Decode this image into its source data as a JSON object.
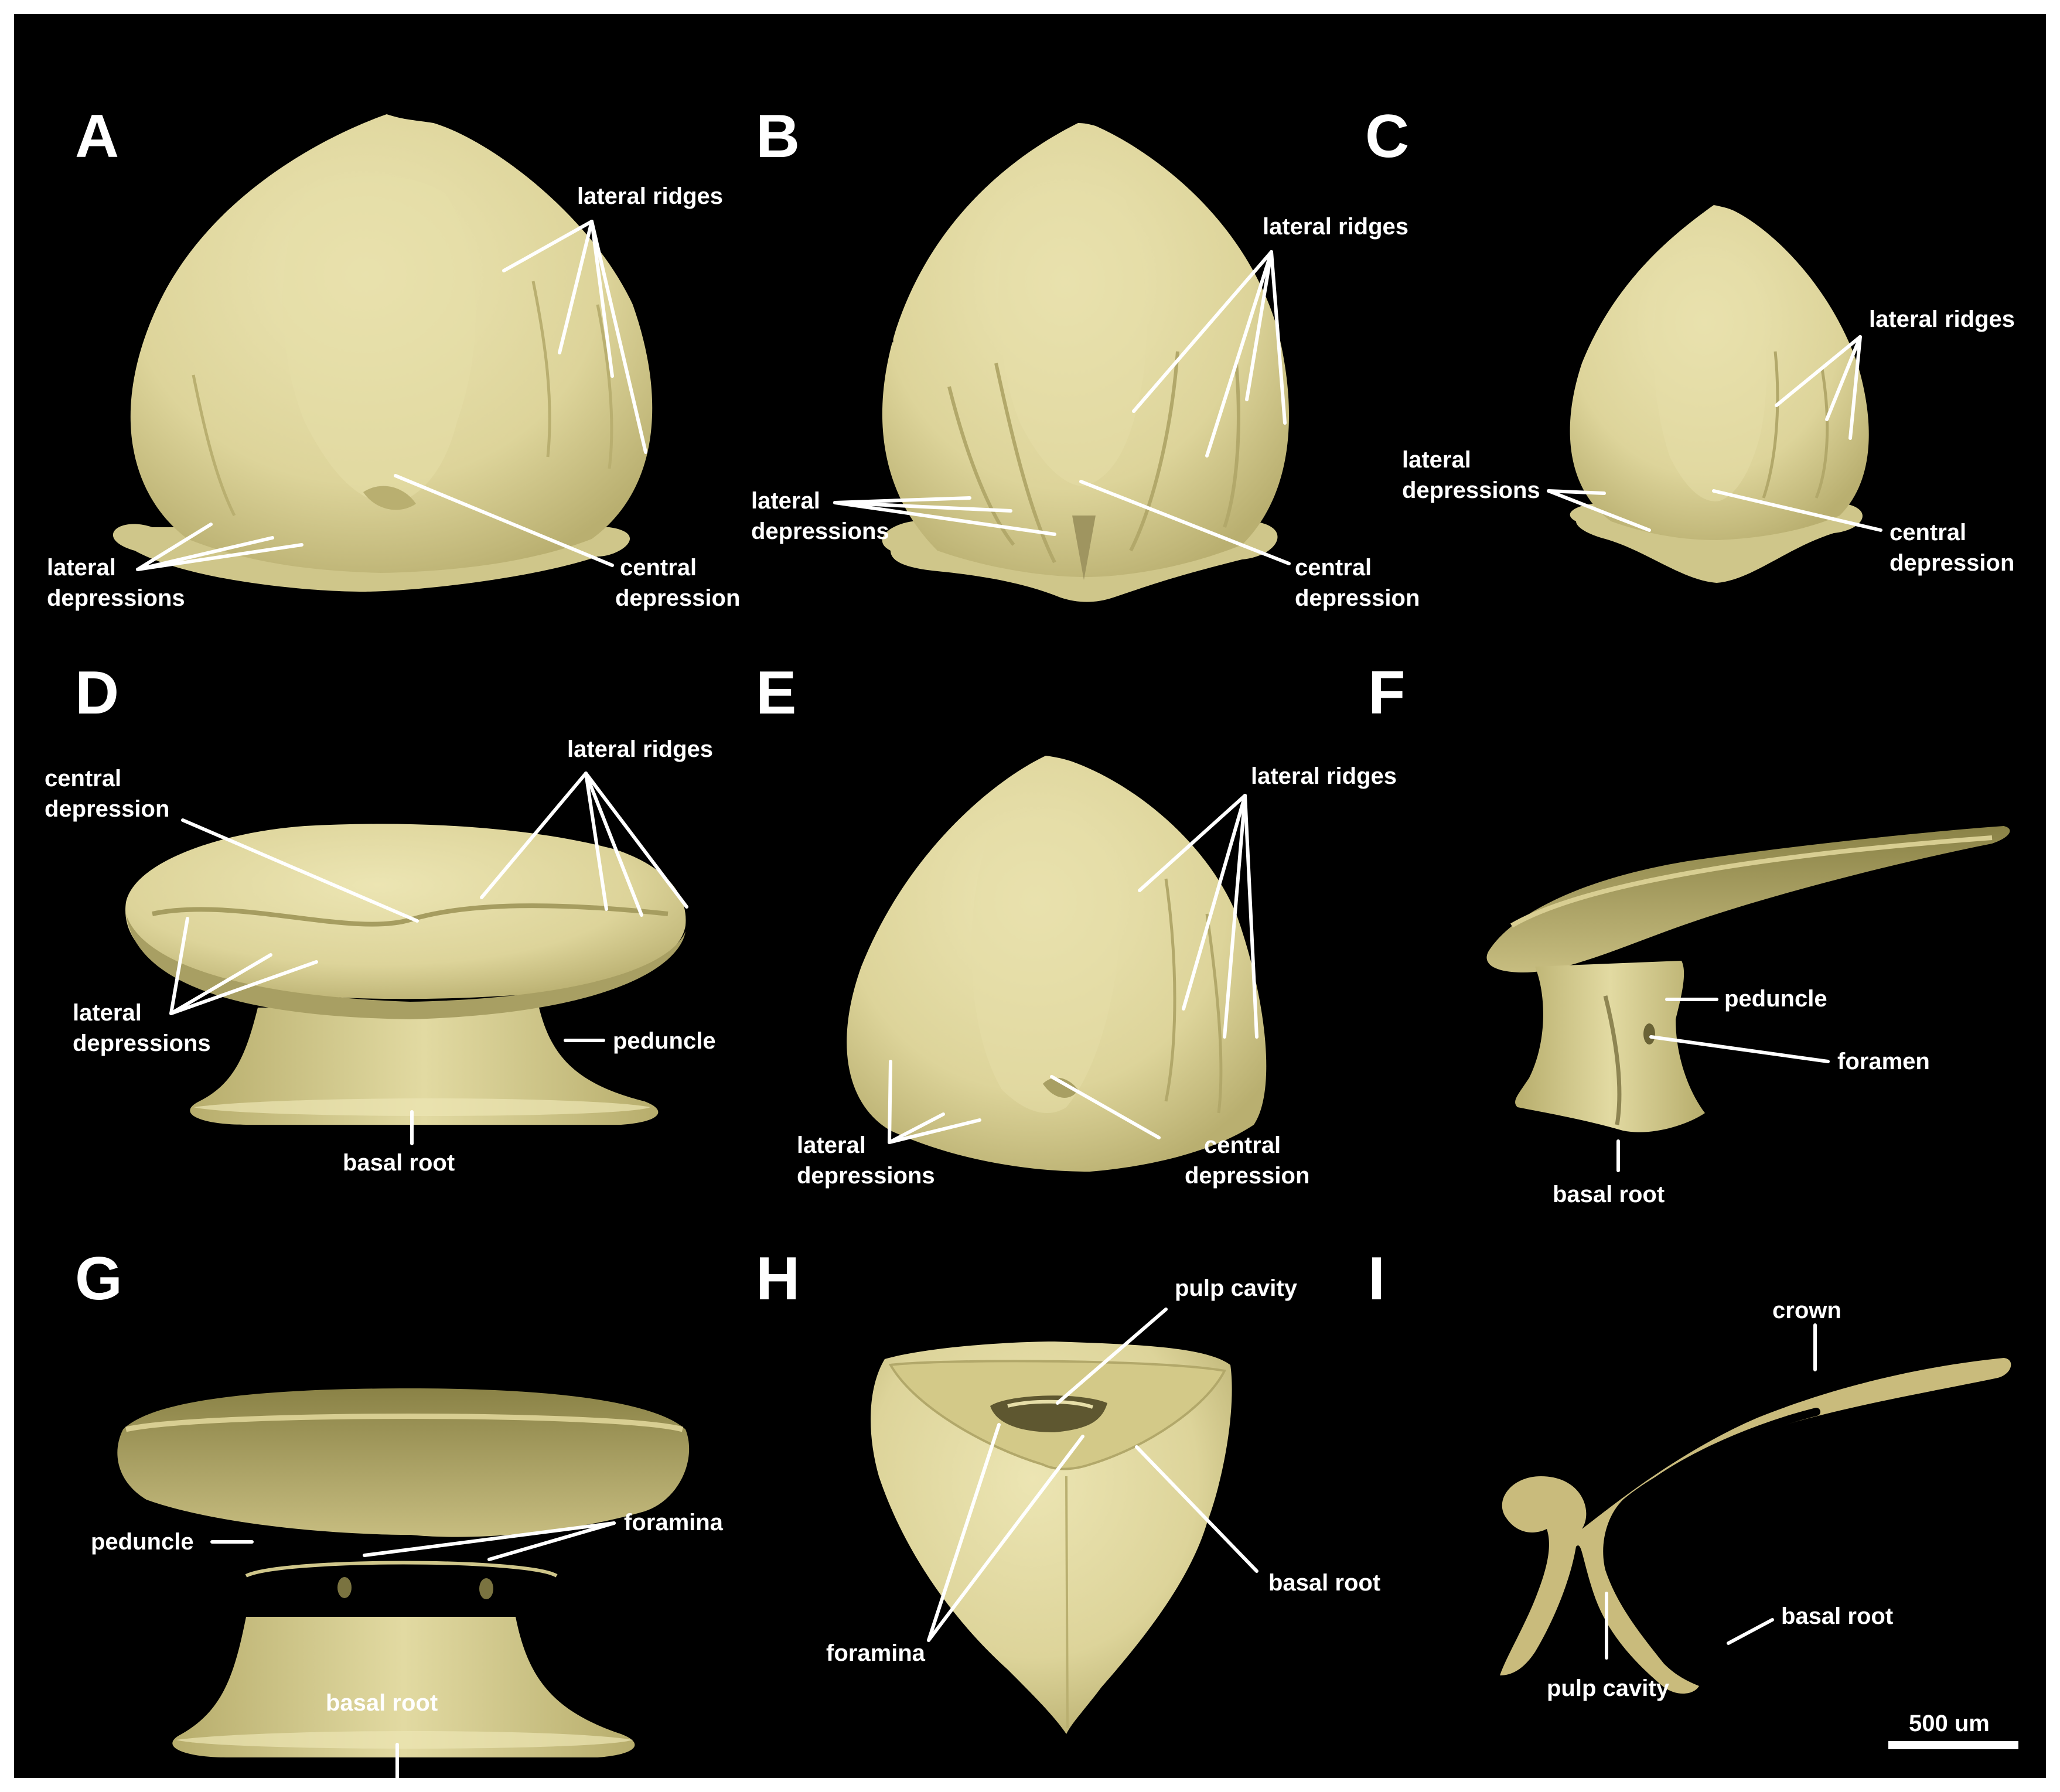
{
  "panels": {
    "A": {
      "letter": "A",
      "lateral_ridges": "lateral ridges",
      "lateral_depressions_1": "lateral",
      "lateral_depressions_2": "depressions",
      "central_depression_1": "central",
      "central_depression_2": "depression"
    },
    "B": {
      "letter": "B",
      "lateral_ridges": "lateral ridges",
      "lateral_depressions_1": "lateral",
      "lateral_depressions_2": "depressions",
      "central_depression_1": "central",
      "central_depression_2": "depression"
    },
    "C": {
      "letter": "C",
      "lateral_ridges": "lateral ridges",
      "lateral_depressions_1": "lateral",
      "lateral_depressions_2": "depressions",
      "central_depression_1": "central",
      "central_depression_2": "depression"
    },
    "D": {
      "letter": "D",
      "central_depression_1": "central",
      "central_depression_2": "depression",
      "lateral_ridges": "lateral ridges",
      "lateral_depressions_1": "lateral",
      "lateral_depressions_2": "depressions",
      "peduncle": "peduncle",
      "basal_root": "basal root"
    },
    "E": {
      "letter": "E",
      "lateral_ridges": "lateral ridges",
      "lateral_depressions_1": "lateral",
      "lateral_depressions_2": "depressions",
      "central_depression_1": "central",
      "central_depression_2": "depression"
    },
    "F": {
      "letter": "F",
      "peduncle": "peduncle",
      "foramen": "foramen",
      "basal_root": "basal root"
    },
    "G": {
      "letter": "G",
      "peduncle": "peduncle",
      "foramina": "foramina",
      "basal_root": "basal root"
    },
    "H": {
      "letter": "H",
      "pulp_cavity": "pulp cavity",
      "basal_root": "basal root",
      "foramina": "foramina"
    },
    "I": {
      "letter": "I",
      "crown": "crown",
      "basal_root": "basal root",
      "pulp_cavity": "pulp cavity"
    }
  },
  "scale_bar": {
    "label": "500 um"
  },
  "colors": {
    "background": "#000000",
    "frame": "#ffffff",
    "specimen": "#ddd49a",
    "specimen_dark": "#b5ac6e",
    "section": "#c9bb7c",
    "label": "#ffffff"
  }
}
